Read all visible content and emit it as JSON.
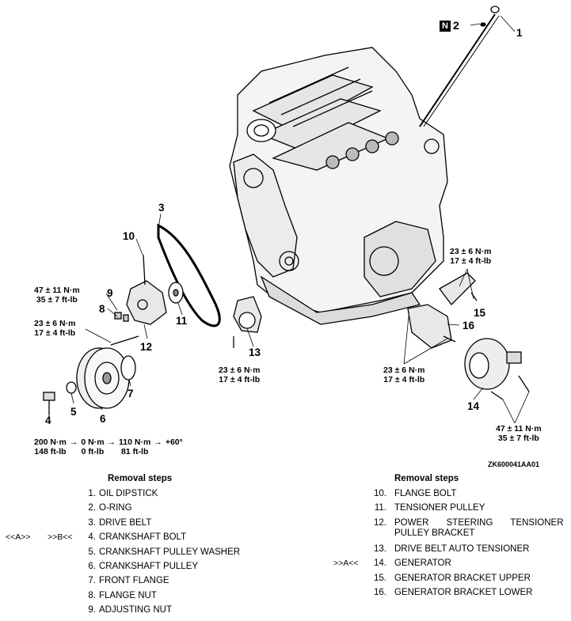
{
  "figure_code": "ZK600041AA01",
  "note_box": {
    "symbol": "N",
    "item": "2"
  },
  "part_labels": {
    "p1": "1",
    "p2": "2",
    "p3": "3",
    "p4": "4",
    "p5": "5",
    "p6": "6",
    "p7": "7",
    "p8": "8",
    "p9": "9",
    "p10": "10",
    "p11": "11",
    "p12": "12",
    "p13": "13",
    "p14": "14",
    "p15": "15",
    "p16": "16"
  },
  "torques": {
    "t8_nm": "47 ± 11 N·m",
    "t8_ft": "35 ± 7 ft-lb",
    "t12_nm": "23 ± 6 N·m",
    "t12_ft": "17 ± 4 ft-lb",
    "t13_nm": "23 ± 6 N·m",
    "t13_ft": "17 ± 4 ft-lb",
    "t15_nm": "23 ± 6 N·m",
    "t15_ft": "17 ± 4 ft-lb",
    "t16_nm": "23 ± 6 N·m",
    "t16_ft": "17 ± 4 ft-lb",
    "t14_nm": "47 ± 11 N·m",
    "t14_ft": "35 ± 7 ft-lb"
  },
  "crank_torque": {
    "s1_nm": "200 N·m",
    "s1_ft": "148 ft-lb",
    "s2_nm": "0 N·m",
    "s2_ft": "0 ft-lb",
    "s3_nm": "110 N·m",
    "s3_ft": "81 ft-lb",
    "final": "+60°",
    "arrow": "→"
  },
  "removal_left": {
    "heading": "Removal steps",
    "steps": [
      {
        "num": "1.",
        "text": "OIL DIPSTICK"
      },
      {
        "num": "2.",
        "text": "O-RING"
      },
      {
        "num": "3.",
        "text": "DRIVE BELT"
      },
      {
        "num": "4.",
        "text": "CRANKSHAFT BOLT",
        "mark_a": "<<A>>",
        "mark_b": ">>B<<"
      },
      {
        "num": "5.",
        "text": "CRANKSHAFT PULLEY WASHER"
      },
      {
        "num": "6.",
        "text": "CRANKSHAFT PULLEY"
      },
      {
        "num": "7.",
        "text": "FRONT FLANGE"
      },
      {
        "num": "8.",
        "text": "FLANGE NUT"
      },
      {
        "num": "9.",
        "text": "ADJUSTING NUT"
      }
    ]
  },
  "removal_right": {
    "heading": "Removal steps",
    "steps": [
      {
        "num": "10.",
        "text": "FLANGE BOLT"
      },
      {
        "num": "11.",
        "text": "TENSIONER PULLEY"
      },
      {
        "num": "12.",
        "text": "POWER STEERING TENSIONER",
        "text2": "PULLEY BRACKET"
      },
      {
        "num": "13.",
        "text": "DRIVE BELT AUTO TENSIONER"
      },
      {
        "num": "14.",
        "text": "GENERATOR",
        "mark_a": ">>A<<"
      },
      {
        "num": "15.",
        "text": "GENERATOR BRACKET UPPER"
      },
      {
        "num": "16.",
        "text": "GENERATOR BRACKET LOWER"
      }
    ]
  }
}
